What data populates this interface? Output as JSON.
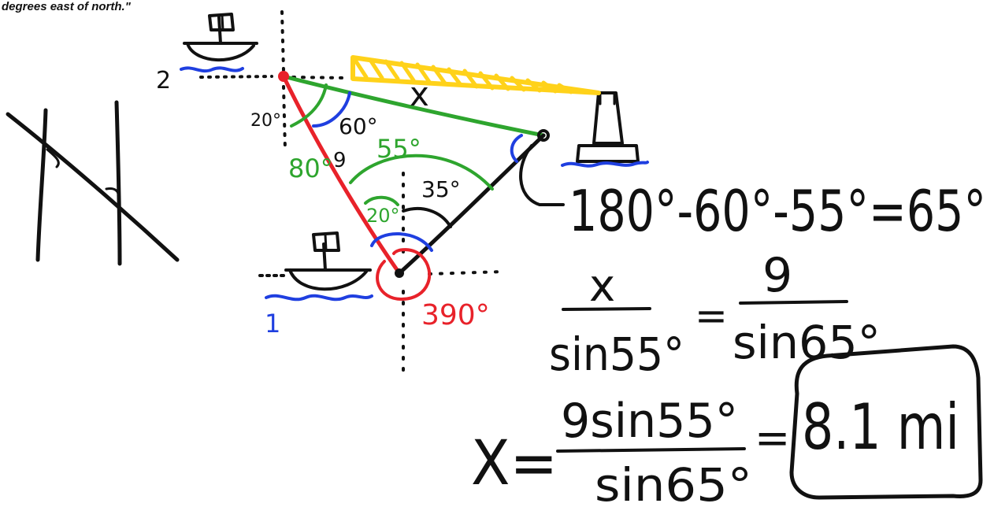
{
  "header": {
    "text": "degrees east of north.\""
  },
  "labels": {
    "boat2_label": "2",
    "boat1_label": "1",
    "angle_20_top": "20°",
    "angle_60": "60°",
    "angle_55": "55°",
    "angle_80": "80°",
    "side_9": "9",
    "angle_20_bottom": "20°",
    "angle_35": "35°",
    "angle_390": "390°",
    "side_x": "x"
  },
  "equations": {
    "third_angle": "180°-60°-55°=65°",
    "ratio_left_num": "x",
    "ratio_left_den": "sin55°",
    "ratio_equals": "=",
    "ratio_right_num": "9",
    "ratio_right_den": "sin65°",
    "solve_lhs": "X=",
    "solve_num": "9sin55°",
    "solve_den": "sin65°",
    "solve_equals": "=",
    "answer": "8.1 mi"
  },
  "colors": {
    "black": "#111111",
    "red": "#e8222a",
    "green": "#2ea52e",
    "blue": "#1f3fe0",
    "yellow": "#ffd21a"
  }
}
